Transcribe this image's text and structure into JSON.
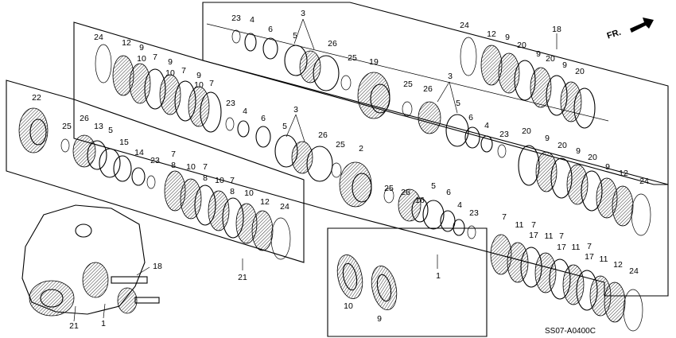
{
  "diagram": {
    "callouts": [
      "1",
      "2",
      "3",
      "4",
      "5",
      "6",
      "7",
      "8",
      "9",
      "10",
      "11",
      "12",
      "13",
      "14",
      "15",
      "16",
      "17",
      "18",
      "19",
      "20",
      "21",
      "22",
      "23",
      "24",
      "25",
      "26"
    ],
    "direction_label": "FR.",
    "part_code": "SS07-A0400C"
  }
}
